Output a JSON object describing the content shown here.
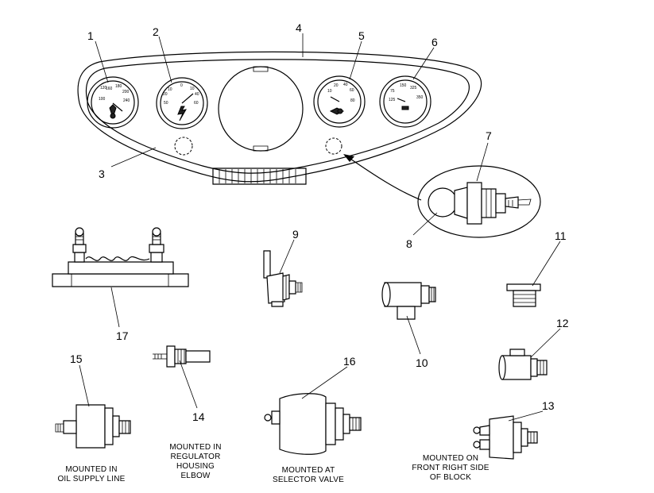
{
  "callouts": {
    "n1": "1",
    "n2": "2",
    "n3": "3",
    "n4": "4",
    "n5": "5",
    "n6": "6",
    "n7": "7",
    "n8": "8",
    "n9": "9",
    "n10": "10",
    "n11": "11",
    "n12": "12",
    "n13": "13",
    "n14": "14",
    "n15": "15",
    "n16": "16",
    "n17": "17"
  },
  "gauges": {
    "g1": [
      "100",
      "160",
      "180",
      "200",
      "240",
      "120"
    ],
    "g2": [
      "10",
      "0",
      "10",
      "20",
      "30",
      "40",
      "50",
      "60"
    ],
    "g5": [
      "10",
      "20",
      "40",
      "60",
      "80"
    ],
    "g6": [
      "150",
      "125",
      "75",
      "325",
      "350"
    ]
  },
  "captions": {
    "c15": [
      "MOUNTED IN",
      "OIL SUPPLY LINE"
    ],
    "c14": [
      "MOUNTED IN",
      "REGULATOR",
      "HOUSING",
      "ELBOW"
    ],
    "c16": [
      "MOUNTED AT",
      "SELECTOR VALVE"
    ],
    "c13": [
      "MOUNTED ON",
      "FRONT RIGHT SIDE",
      "OF BLOCK"
    ]
  }
}
